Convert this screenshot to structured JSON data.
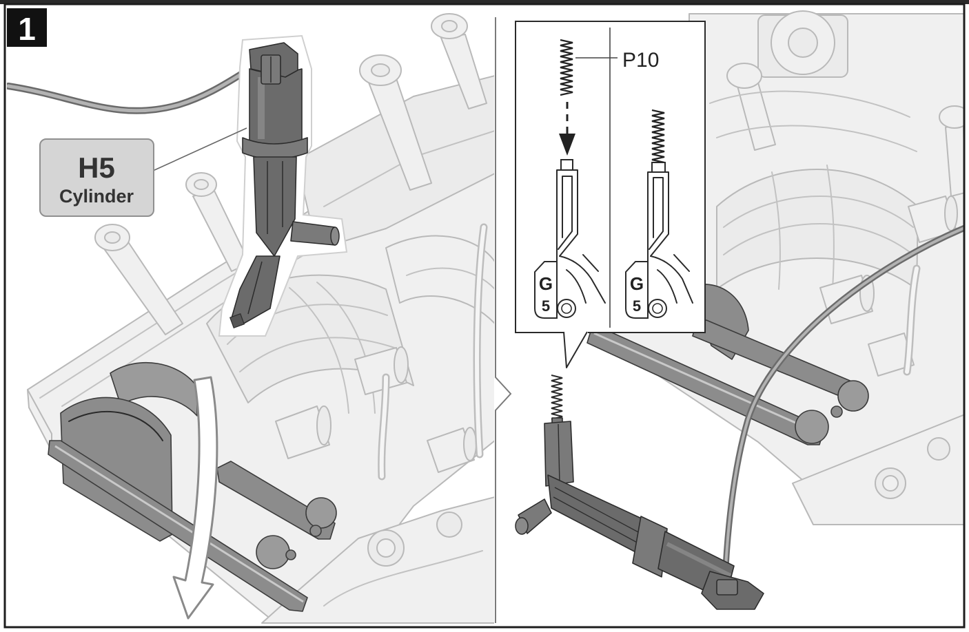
{
  "step_badge": {
    "number": "1"
  },
  "callout_label": {
    "code": "H5",
    "name": "Cylinder"
  },
  "detail_inset": {
    "spring_label": "P10",
    "before_tag": {
      "letter": "G",
      "number": "5"
    },
    "after_tag": {
      "letter": "G",
      "number": "5"
    }
  },
  "icons": {
    "rotation_hint": "curved-down-arrow-icon",
    "insert_hint": "dashed-down-arrow-icon",
    "panel_separator": "chevron-right-icon"
  },
  "colors": {
    "frame": "#1e1e1e",
    "highlighted_part": "#6b6b6b",
    "faded_part": "#f0f0f0",
    "label_box": "#d5d5d5"
  }
}
